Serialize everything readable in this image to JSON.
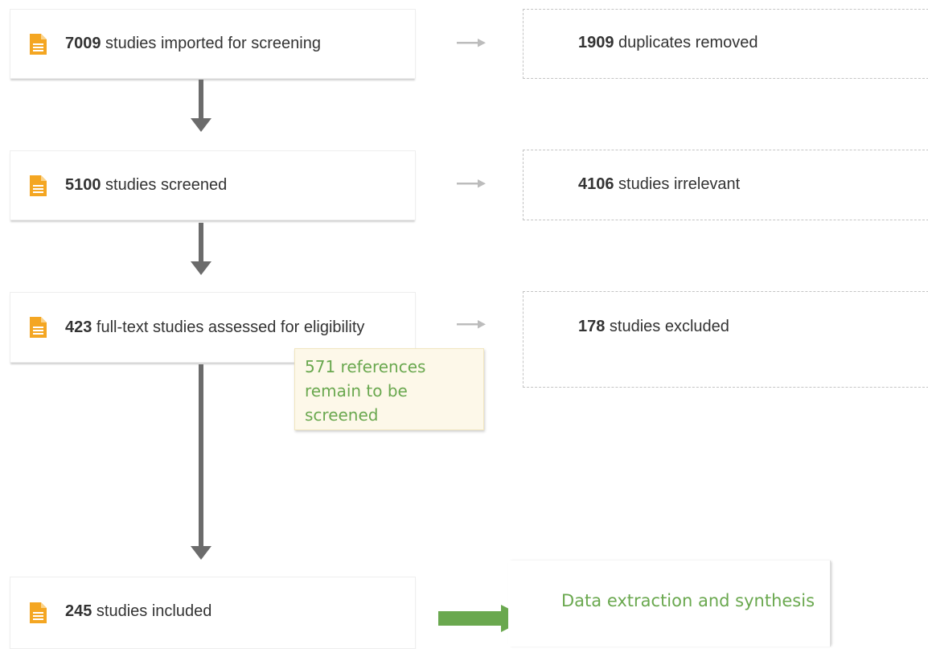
{
  "colors": {
    "icon": "#f4a622",
    "text": "#333333",
    "arrow_dark": "#6b6b6b",
    "arrow_light": "#bcbcbc",
    "note_bg": "#fdf8e9",
    "accent_green": "#6aa84f"
  },
  "stages": [
    {
      "count": "7009",
      "text": " studies imported for screening"
    },
    {
      "count": "5100",
      "text": " studies screened"
    },
    {
      "count": "423",
      "text": " full-text studies assessed for eligibility"
    },
    {
      "count": "245",
      "text": " studies included"
    }
  ],
  "exclusions": [
    {
      "count": "1909",
      "text": " duplicates removed"
    },
    {
      "count": "4106",
      "text": " studies irrelevant"
    },
    {
      "count": "178",
      "text": " studies excluded"
    }
  ],
  "note": {
    "line1": "571 references",
    "line2": "remain to be",
    "line3": "screened"
  },
  "final_step": "Data extraction and synthesis",
  "icons": {
    "stage_icon": "document-icon",
    "flow_arrow": "down-arrow-icon",
    "side_arrow": "right-arrow-icon"
  }
}
